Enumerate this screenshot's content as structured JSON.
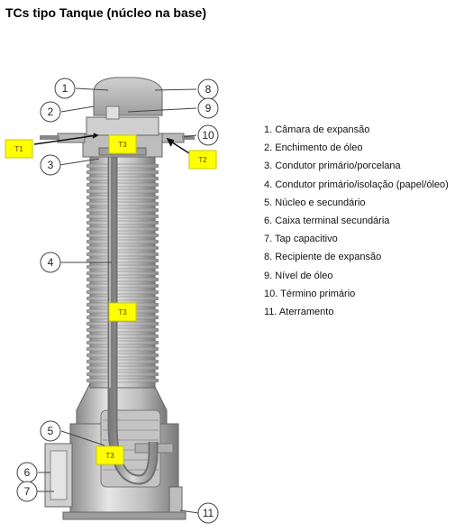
{
  "title": "TCs tipo Tanque (núcleo na base)",
  "callouts": [
    "1",
    "2",
    "3",
    "4",
    "5",
    "6",
    "7",
    "8",
    "9",
    "10",
    "11"
  ],
  "tags": [
    "T1",
    "T2",
    "T3",
    "T3",
    "T3"
  ],
  "legend": [
    "1. Câmara de expansão",
    "2. Enchimento de óleo",
    "3. Condutor primário/porcelana",
    "4. Condutor primário/isolação (papel/óleo)",
    "5. Núcleo e secundário",
    "6. Caixa terminal secundária",
    "7. Tap capacitivo",
    "8. Recipiente de expansão",
    "9. Nível de óleo",
    "10. Término primário",
    "11. Aterramento"
  ],
  "colors": {
    "tag_fill": "#ffff00",
    "metal_light": "#d9d9d9",
    "metal_mid": "#a8a8a8",
    "metal_dark": "#6e6e6e",
    "callout_stroke": "#444444"
  }
}
